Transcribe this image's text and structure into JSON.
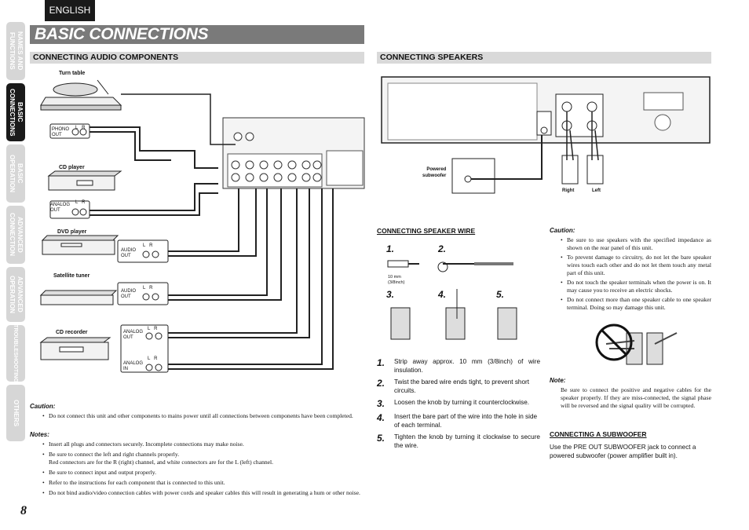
{
  "language_tab": "ENGLISH",
  "page_title": "BASIC CONNECTIONS",
  "page_number": "8",
  "side_tabs": [
    {
      "label": "NAMES AND\nFUNCTIONS",
      "active": false
    },
    {
      "label": "BASIC\nCONNECTIONS",
      "active": true
    },
    {
      "label": "BASIC\nOPERATION",
      "active": false
    },
    {
      "label": "ADVANCED\nCONNECTION",
      "active": false
    },
    {
      "label": "ADVANCED\nOPERATION",
      "active": false
    },
    {
      "label": "TROUBLESHOOTING",
      "active": false
    },
    {
      "label": "OTHERS",
      "active": false
    }
  ],
  "left_section": {
    "heading": "CONNECTING AUDIO COMPONENTS",
    "devices": {
      "turntable": "Turn table",
      "cd_player": "CD player",
      "dvd_player": "DVD player",
      "satellite_tuner": "Satellite tuner",
      "cd_recorder": "CD recorder"
    },
    "jack_labels": {
      "phono_out": "PHONO\nOUT",
      "analog_out": "ANALOG\nOUT",
      "audio_out": "AUDIO\nOUT",
      "analog_in": "ANALOG\nIN",
      "lr": "L   R"
    },
    "caution_title": "Caution:",
    "caution_items": [
      "Do not connect this unit and other components to mains power until all connections between components have been completed."
    ],
    "notes_title": "Notes:",
    "notes_items": [
      "Insert all plugs and connectors securely. Incomplete connections may make noise.",
      "Be sure to connect the left and right channels properly.\nRed connectors are for the R (right) channel, and white connectors are for the L (left) channel.",
      "Be sure to connect input and output properly.",
      "Refer to the instructions for each component that is connected to this unit.",
      "Do not bind audio/video connection cables with power cords and speaker cables this will result in generating a hum or other noise."
    ]
  },
  "right_section": {
    "heading": "CONNECTING SPEAKERS",
    "powered_subwoofer": "Powered\nsubwoofer",
    "right_label": "Right",
    "left_label": "Left",
    "speaker_wire_heading": "CONNECTING SPEAKER WIRE",
    "wire_length": "10 mm\n(3/8inch)",
    "step_markers": [
      "1.",
      "2.",
      "3.",
      "4.",
      "5."
    ],
    "steps": [
      {
        "n": "1.",
        "text": "Strip away approx. 10 mm (3/8inch) of wire insulation."
      },
      {
        "n": "2.",
        "text": "Twist the bared wire ends tight, to prevent short circuits."
      },
      {
        "n": "3.",
        "text": "Loosen the knob by turning it counterclockwise."
      },
      {
        "n": "4.",
        "text": "Insert the bare part of the wire into the hole in side of each terminal."
      },
      {
        "n": "5.",
        "text": "Tighten the knob by turning it clockwise to secure the wire."
      }
    ],
    "caution_title": "Caution:",
    "caution_items": [
      "Be sure to use speakers with the specified impedance as shown on the rear panel of this unit.",
      "To prevent damage to circuitry, do not let the bare speaker wires touch each other and do not let them touch any metal part of this unit.",
      "Do not touch the speaker terminals when the power is on. It may cause you to receive an electric shocks.",
      "Do not connect more than one speaker cable to one speaker terminal. Doing so may damage this unit."
    ],
    "note_title": "Note:",
    "note_text": "Be sure to connect the positive and negative cables for the speaker properly. If they are miss-connected, the signal phase will be reversed and the signal quality will be corrupted.",
    "subwoofer_heading": "CONNECTING A SUBWOOFER",
    "subwoofer_text": "Use the PRE OUT SUBWOOFER jack to connect a powered subwoofer (power amplifier built in)."
  }
}
